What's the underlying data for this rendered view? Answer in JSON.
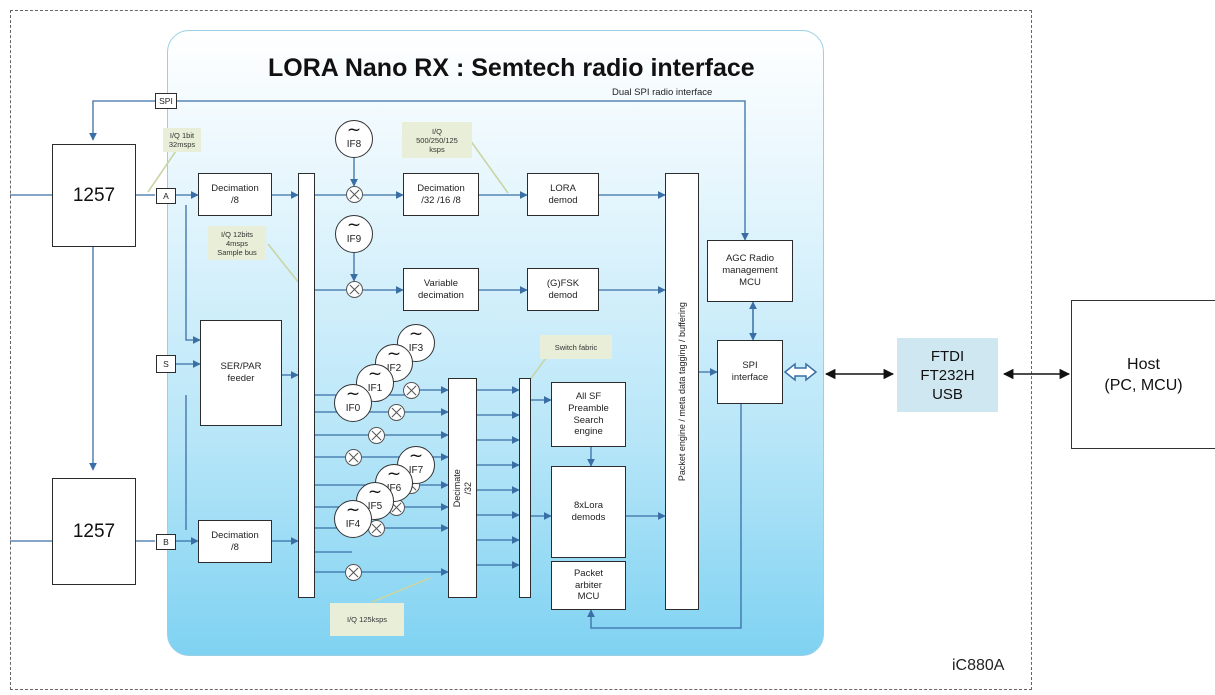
{
  "title": "LORA Nano RX : Semtech radio interface",
  "dual_spi_label": "Dual SPI radio interface",
  "spi_tag": "SPI",
  "port_a": "A",
  "port_b": "B",
  "port_s": "S",
  "radio_top": "1257",
  "radio_bottom": "1257",
  "notes": {
    "iq_1bit": "I/Q 1bit\n32msps",
    "iq_12bits": "I/Q 12bits\n4msps\nSample bus",
    "iq_500": "I/Q\n500/250/125\nksps",
    "switch_fabric": "Switch fabric",
    "iq_125": "I/Q 125ksps"
  },
  "blocks": {
    "decimation_a": "Decimation\n/8",
    "decimation_b": "Decimation\n/8",
    "ser_par": "SER/PAR\nfeeder",
    "decimation_32_16_8": "Decimation\n/32 /16 /8",
    "lora_demod": "LORA\ndemod",
    "variable_decimation": "Variable\ndecimation",
    "gfsk_demod": "(G)FSK\ndemod",
    "all_sf": "All SF\nPreamble\nSearch\nengine",
    "lora_demods": "8xLora\ndemods",
    "packet_arbiter": "Packet\narbiter\nMCU",
    "agc": "AGC Radio\nmanagement\nMCU",
    "spi_interface": "SPI\ninterface",
    "decimate_32": "Decimate\n/32",
    "packet_engine": "Packet engine / meta data tagging / buffering"
  },
  "oscillators": [
    "IF8",
    "IF9",
    "IF3",
    "IF2",
    "IF1",
    "IF0",
    "IF7",
    "IF6",
    "IF5",
    "IF4"
  ],
  "oscillator_glyph": "~",
  "ftdi": {
    "line1": "FTDI",
    "line2": "FT232H",
    "line3": "USB"
  },
  "host": {
    "line1": "Host",
    "line2": "(PC, MCU)"
  },
  "board_label": "iC880A",
  "colors": {
    "wire": "#3a6fa6",
    "panel_top": "#ffffff",
    "panel_bottom": "#7fd2f2",
    "ftdi_bg": "#cfe7f0",
    "note_bg": "#e9eed8"
  }
}
